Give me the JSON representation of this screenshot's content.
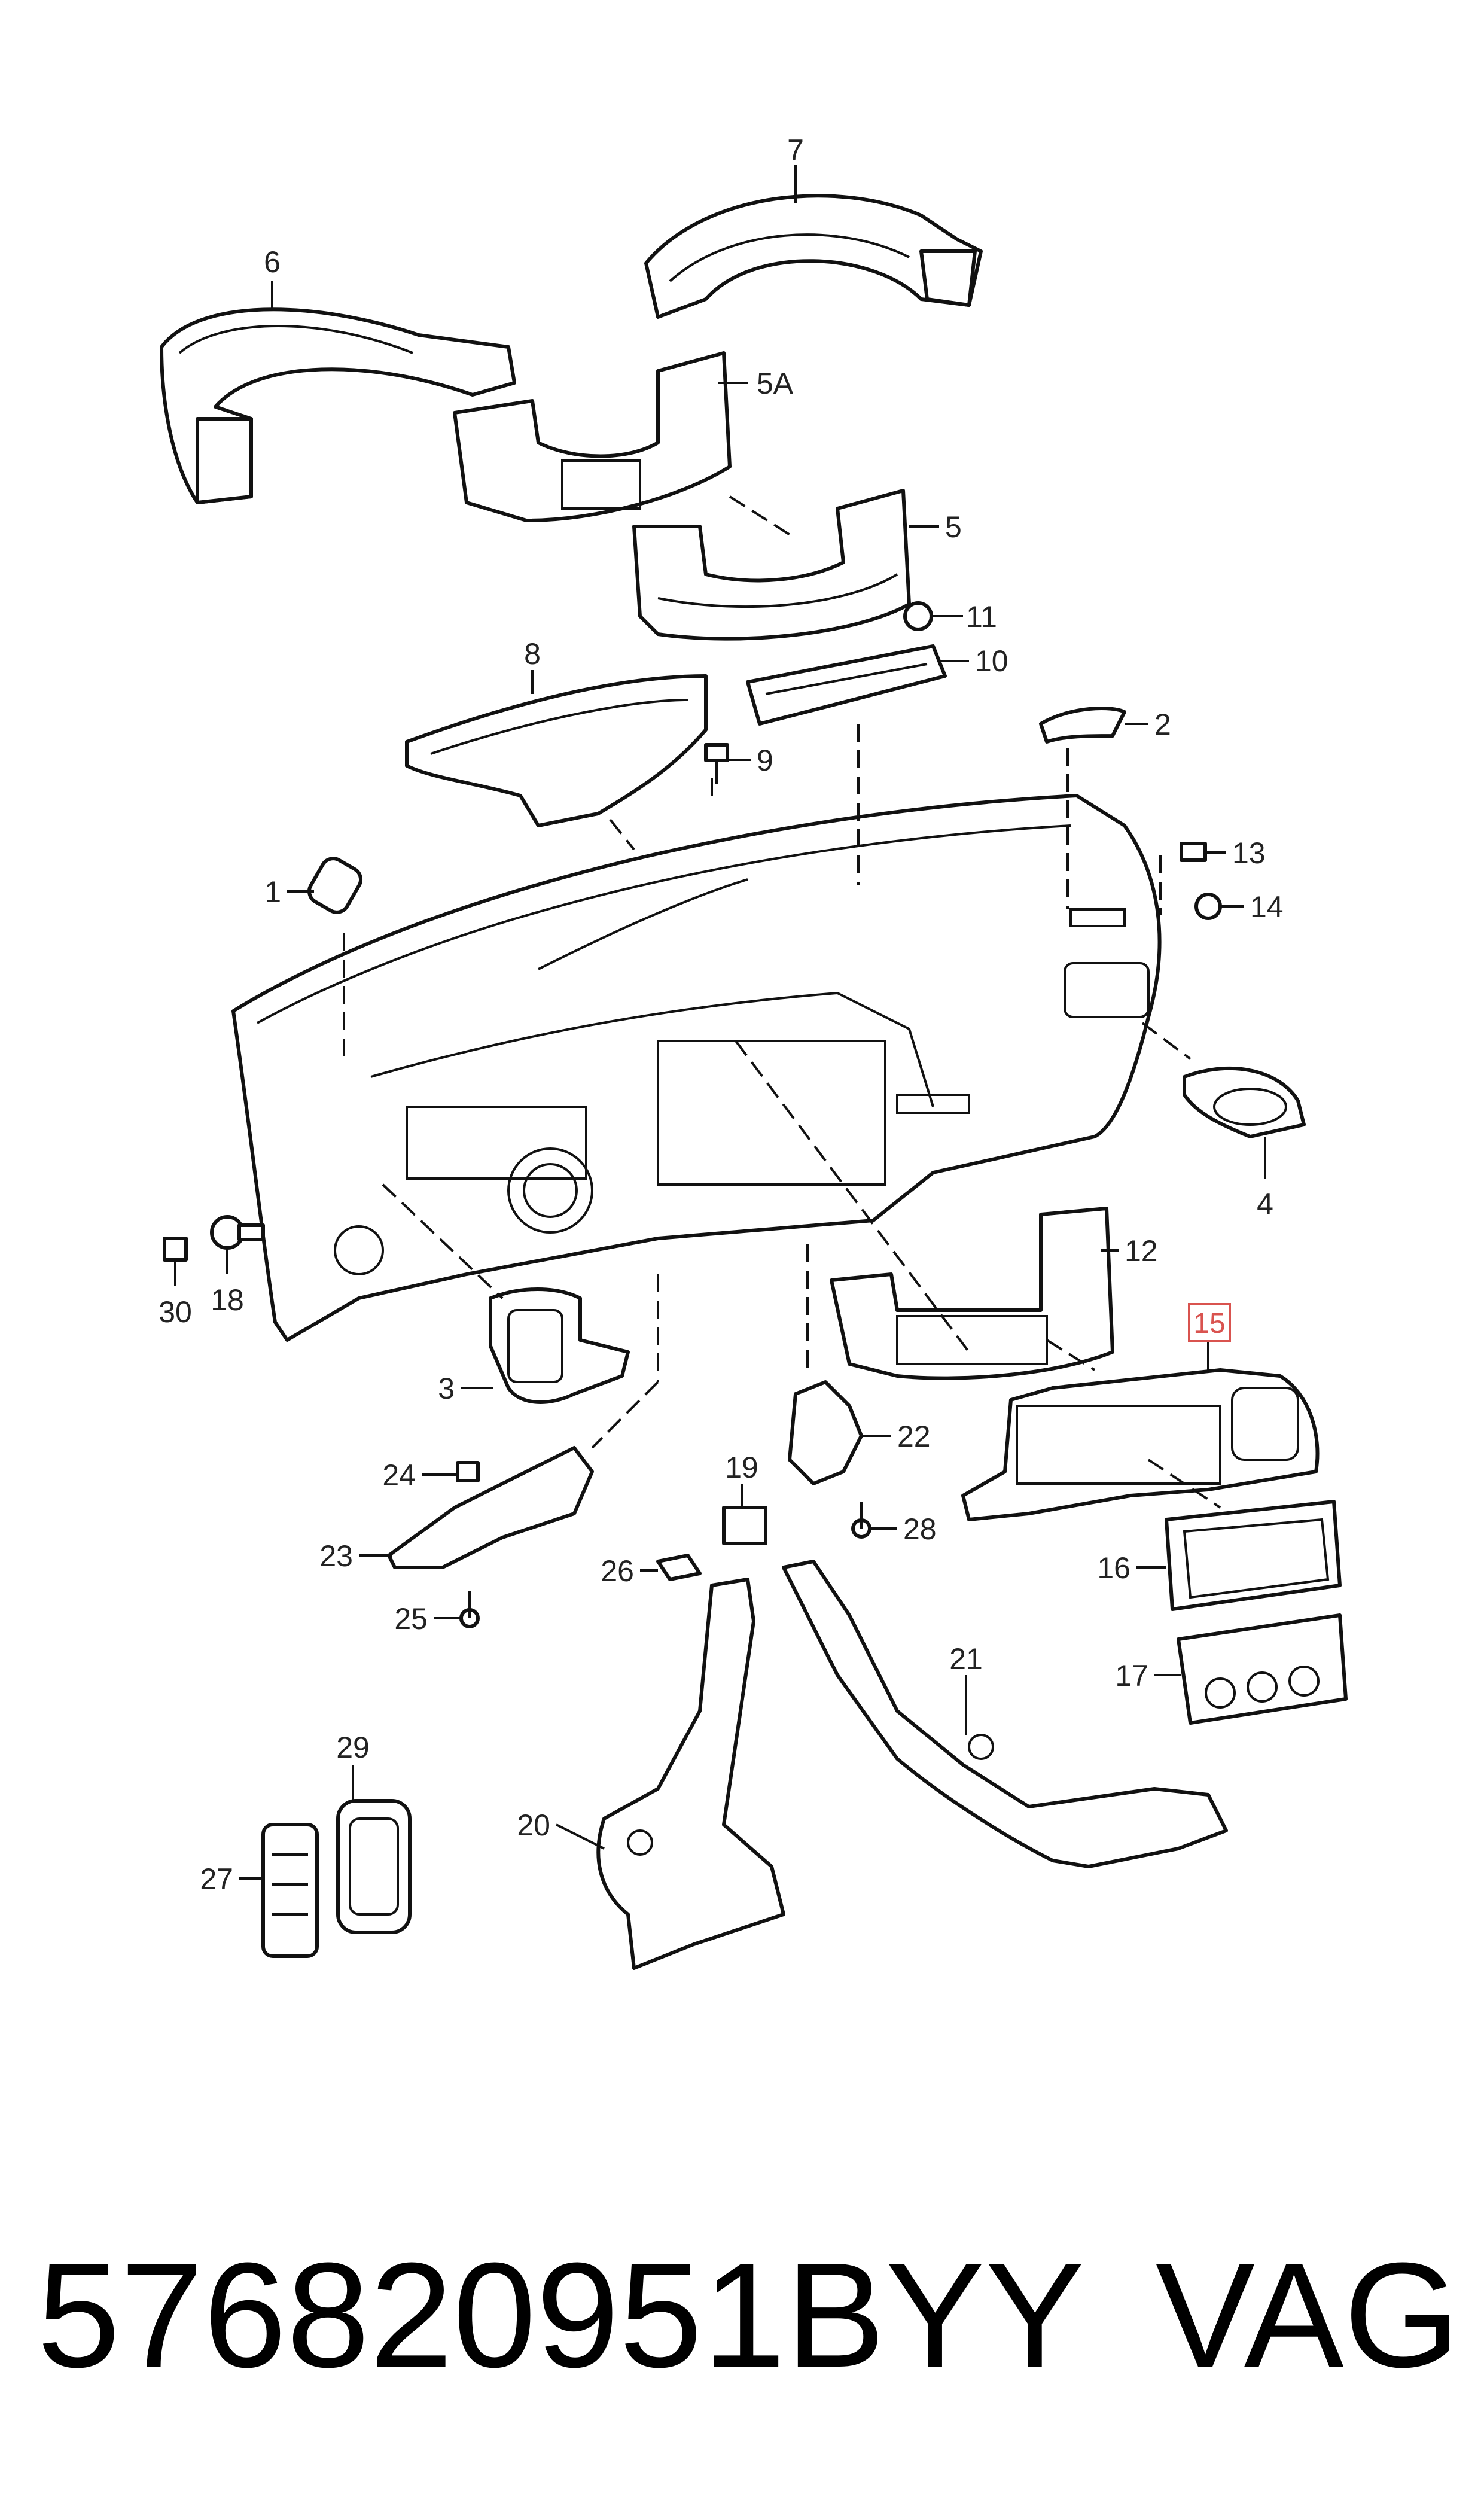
{
  "diagram": {
    "callouts": [
      "1",
      "2",
      "3",
      "4",
      "5",
      "5A",
      "6",
      "7",
      "8",
      "9",
      "10",
      "11",
      "12",
      "13",
      "14",
      "15",
      "16",
      "17",
      "18",
      "19",
      "20",
      "21",
      "22",
      "23",
      "24",
      "25",
      "26",
      "27",
      "28",
      "29",
      "30"
    ],
    "highlighted_callout": "15",
    "highlight_color": "#d9534f"
  },
  "footer": {
    "part_number": "576820951BYY",
    "brand": "VAG"
  }
}
